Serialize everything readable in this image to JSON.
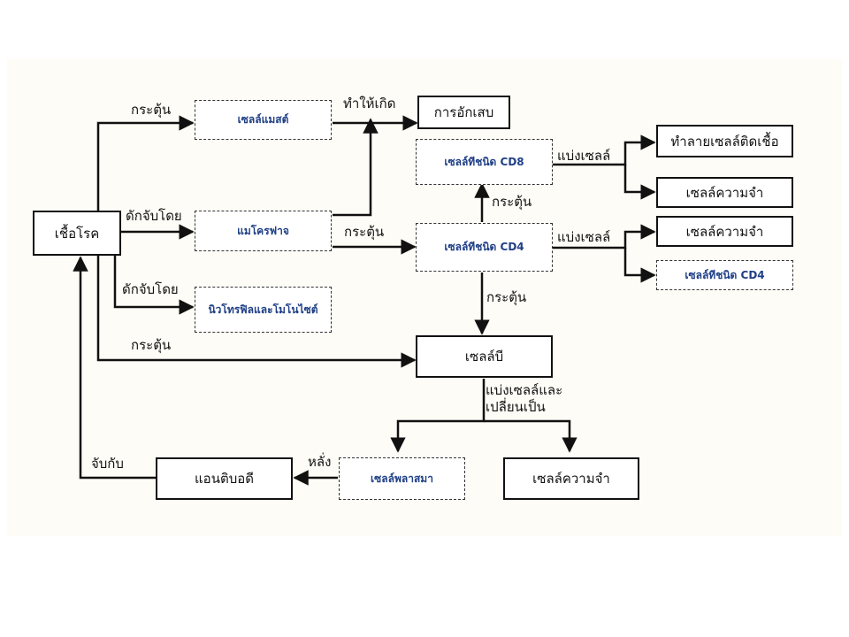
{
  "colors": {
    "line": "#111111",
    "blue_text": "#1f3f86",
    "panel_bg": "#fdfcf6"
  },
  "nodes": {
    "pathogen": "เชื้อโรค",
    "mast_cell": "เซลล์แมสต์",
    "macrophage": "แมโครฟาจ",
    "neutrophil_monocyte": "นิวโทรฟิลและโมโนไซต์",
    "inflammation": "การอักเสบ",
    "cd8": "เซลล์ทีชนิด CD8",
    "cd4": "เซลล์ทีชนิด CD4",
    "destroy_infected": "ทำลายเซลล์ติดเชื้อ",
    "memory_cd8": "เซลล์ความจำ",
    "memory_cd4": "เซลล์ความจำ",
    "cd4_out": "เซลล์ทีชนิด CD4",
    "b_cell": "เซลล์บี",
    "plasma_cell": "เซลล์พลาสมา",
    "memory_b": "เซลล์ความจำ",
    "antibody": "แอนติบอดี"
  },
  "labels": {
    "stimulate_mast": "กระตุ้น",
    "capture_macro": "ดักจับโดย",
    "capture_neutro": "ดักจับโดย",
    "stimulate_b": "กระตุ้น",
    "cause": "ทำให้เกิด",
    "stimulate_cd4": "กระตุ้น",
    "stimulate_cd8": "กระตุ้น",
    "divide_cd8": "แบ่งเซลล์",
    "divide_cd4": "แบ่งเซลล์",
    "stimulate_bcell": "กระตุ้น",
    "divide_change_1": "แบ่งเซลล์และ",
    "divide_change_2": "เปลี่ยนเป็น",
    "secrete": "หลั่ง",
    "bind": "จับกับ"
  }
}
